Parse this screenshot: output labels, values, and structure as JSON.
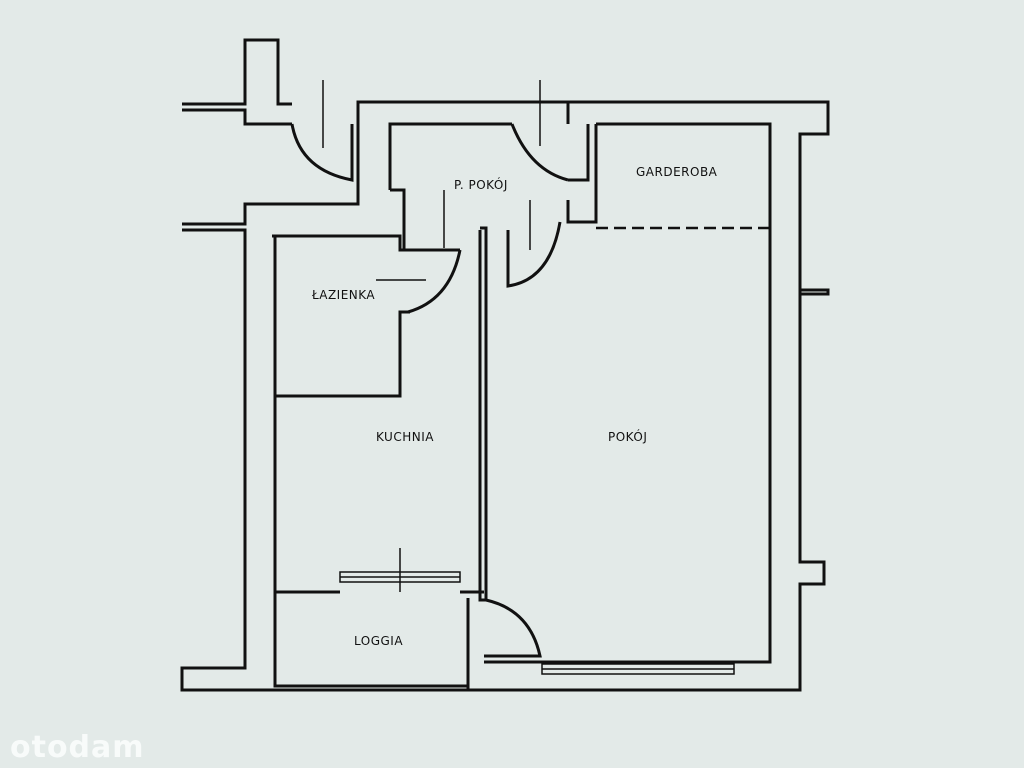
{
  "rooms": {
    "garderoba": "GARDEROBA",
    "przedpokoj": "P. POKÓJ",
    "lazienka": "ŁAZIENKA",
    "kuchnia": "KUCHNIA",
    "pokoj": "POKÓJ",
    "loggia": "LOGGIA"
  },
  "watermark": "otodam"
}
